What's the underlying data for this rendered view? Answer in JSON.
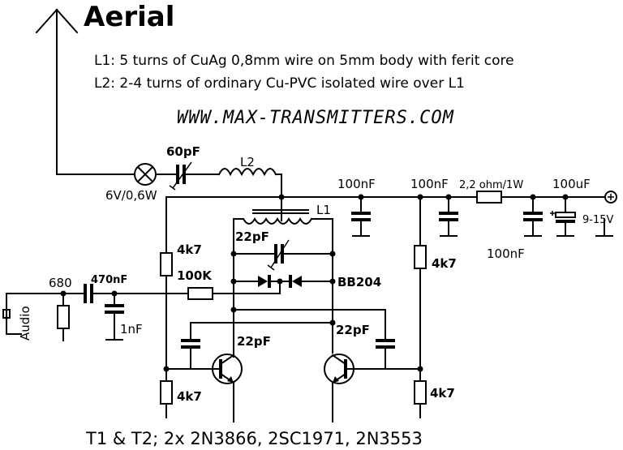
{
  "title": "Aerial",
  "notes": {
    "l1": "L1: 5 turns of CuAg 0,8mm wire on 5mm body with ferit core",
    "l2": "L2: 2-4 turns of ordinary Cu-PVC isolated wire over L1"
  },
  "website": "WWW.MAX-TRANSMITTERS.COM",
  "components": {
    "c_60pf": "60pF",
    "l2": "L2",
    "lamp": "6V/0,6W",
    "c_100nf_a": "100nF",
    "c_100nf_b": "100nF",
    "r_2_2": "2,2 ohm/1W",
    "c_100uf": "100uF",
    "c_100nf_c": "100nF",
    "supply": "9-15V",
    "l1": "L1",
    "c_22pf_top": "22pF",
    "r_4k7_left_top": "4k7",
    "r_4k7_right_top": "4k7",
    "r_680": "680",
    "c_470nf": "470nF",
    "r_100k": "100K",
    "varicap": "BB204",
    "c_1nf": "1nF",
    "audio": "Audio",
    "c_22pf_left": "22pF",
    "c_22pf_right": "22pF",
    "r_4k7_left_bottom": "4k7",
    "r_4k7_right_bottom": "4k7"
  },
  "footer": "T1 & T2; 2x 2N3866, 2SC1971, 2N3553"
}
